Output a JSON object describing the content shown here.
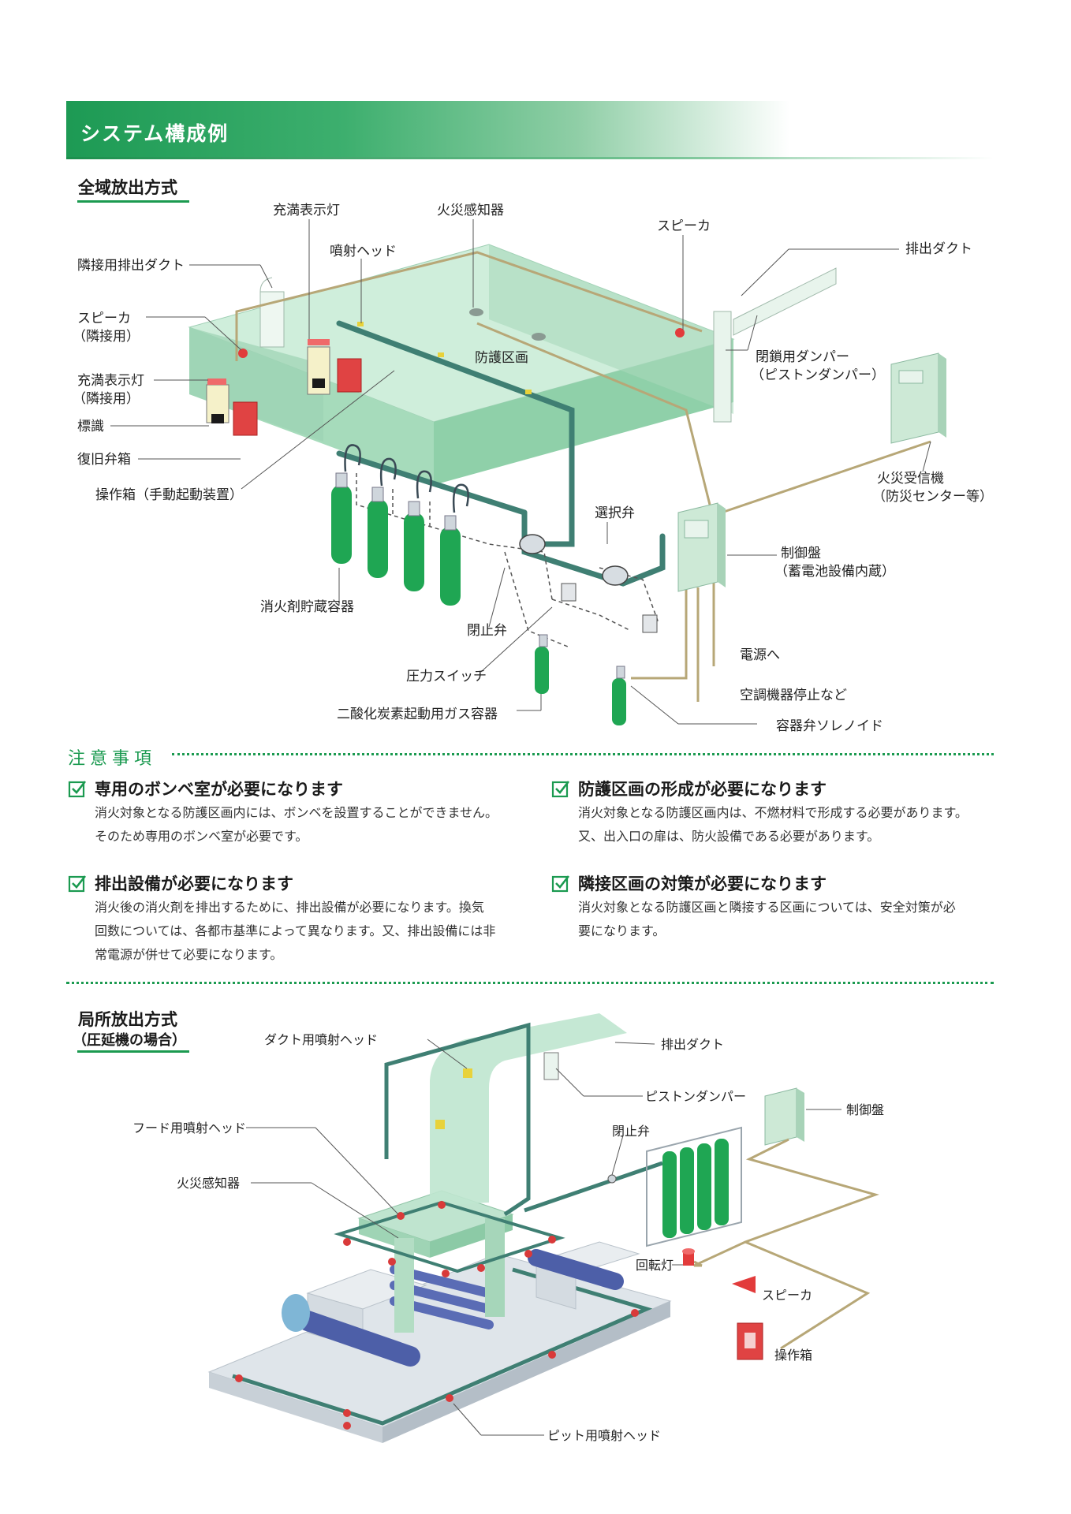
{
  "header": {
    "title": "システム構成例"
  },
  "total_flooding": {
    "title": "全域放出方式",
    "labels": {
      "full_indicator": "充満表示灯",
      "fire_detector": "火災感知器",
      "speaker": "スピーカ",
      "exhaust_duct": "排出ダクト",
      "adjacent_duct": "隣接用排出ダクト",
      "spray_head": "噴射ヘッド",
      "speaker_adj_1": "スピーカ",
      "speaker_adj_2": "（隣接用）",
      "indicator_adj_1": "充満表示灯",
      "indicator_adj_2": "（隣接用）",
      "protected_zone": "防護区画",
      "damper_1": "閉鎖用ダンパー",
      "damper_2": "（ピストンダンパー）",
      "sign": "標識",
      "reset_box": "復旧弁箱",
      "operation_box": "操作箱（手動起動装置）",
      "fire_receiver_1": "火災受信機",
      "fire_receiver_2": "（防災センター等）",
      "selector_valve": "選択弁",
      "control_panel_1": "制御盤",
      "control_panel_2": "（蓄電池設備内蔵）",
      "storage_container": "消火剤貯蔵容器",
      "stop_valve": "閉止弁",
      "to_power": "電源へ",
      "hvac_stop": "空調機器停止など",
      "pressure_switch": "圧力スイッチ",
      "co2_container": "二酸化炭素起動用ガス容器",
      "solenoid": "容器弁ソレノイド"
    }
  },
  "cautions": {
    "title": "注意事項",
    "items": [
      {
        "heading": "専用のボンベ室が必要になります",
        "lines": [
          "消火対象となる防護区画内には、ボンベを設置することができません。",
          "そのため専用のボンベ室が必要です。"
        ]
      },
      {
        "heading": "防護区画の形成が必要になります",
        "lines": [
          "消火対象となる防護区画内は、不燃材料で形成する必要があります。",
          "又、出入口の扉は、防火設備である必要があります。"
        ]
      },
      {
        "heading": "排出設備が必要になります",
        "lines": [
          "消火後の消火剤を排出するために、排出設備が必要になります。換気",
          "回数については、各都市基準によって異なります。又、排出設備には非",
          "常電源が併せて必要になります。"
        ]
      },
      {
        "heading": "隣接区画の対策が必要になります",
        "lines": [
          "消火対象となる防護区画と隣接する区画については、安全対策が必",
          "要になります。"
        ]
      }
    ]
  },
  "local_application": {
    "title": "局所放出方式",
    "subtitle": "（圧延機の場合）",
    "labels": {
      "duct_head": "ダクト用噴射ヘッド",
      "exhaust_duct": "排出ダクト",
      "piston_damper": "ピストンダンパー",
      "control_panel": "制御盤",
      "hood_head": "フード用噴射ヘッド",
      "stop_valve": "閉止弁",
      "fire_detector": "火災感知器",
      "rotating_light": "回転灯",
      "speaker": "スピーカ",
      "operation_box": "操作箱",
      "pit_head": "ピット用噴射ヘッド"
    }
  },
  "colors": {
    "accent": "#1b9a50",
    "room": "#b9e2c9",
    "pipe": "#3f7f73",
    "cylinder": "#1fa653",
    "wire": "#b7a777",
    "alarm": "#e23b3b"
  }
}
